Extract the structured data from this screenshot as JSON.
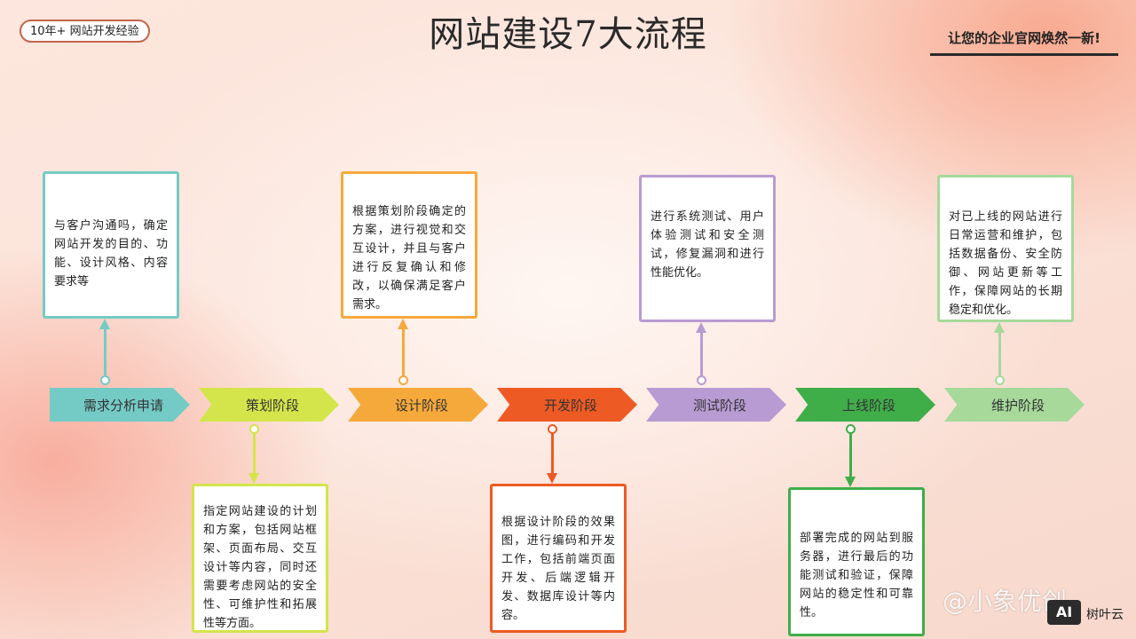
{
  "badge": "10年+ 网站开发经验",
  "title": "网站建设7大流程",
  "slogan": "让您的企业官网焕然一新!",
  "stages": [
    {
      "label": "需求分析申请",
      "color": "#74cbc6",
      "text": "与客户沟通吗，确定网站开发的目的、功能、设计风格、内容要求等",
      "position": "top"
    },
    {
      "label": "策划阶段",
      "color": "#d4e54b",
      "text": "指定网站建设的计划和方案，包括网站框架、页面布局、交互设计等内容，同时还需要考虑网站的安全性、可维护性和拓展性等方面。",
      "position": "bottom"
    },
    {
      "label": "设计阶段",
      "color": "#f6a93b",
      "text": "根据策划阶段确定的方案，进行视觉和交互设计，并且与客户进行反复确认和修改，以确保满足客户需求。",
      "position": "top"
    },
    {
      "label": "开发阶段",
      "color": "#ee5a24",
      "text": "根据设计阶段的效果图，进行编码和开发工作，包括前端页面开发、后端逻辑开发、数据库设计等内容。",
      "position": "bottom"
    },
    {
      "label": "测试阶段",
      "color": "#b89bd3",
      "text": "进行系统测试、用户体验测试和安全测试，修复漏洞和进行性能优化。",
      "position": "top"
    },
    {
      "label": "上线阶段",
      "color": "#3fae49",
      "text": "部署完成的网站到服务器，进行最后的功能测试和验证，保障网站的稳定性和可靠性。",
      "position": "bottom"
    },
    {
      "label": "维护阶段",
      "color": "#a6d99a",
      "text": "对已上线的网站进行日常运营和维护，包括数据备份、安全防御、网站更新等工作，保障网站的长期稳定和优化。",
      "position": "top"
    }
  ],
  "watermark": "@小象优创",
  "ai_logo": "AI",
  "ai_text": "树叶云"
}
